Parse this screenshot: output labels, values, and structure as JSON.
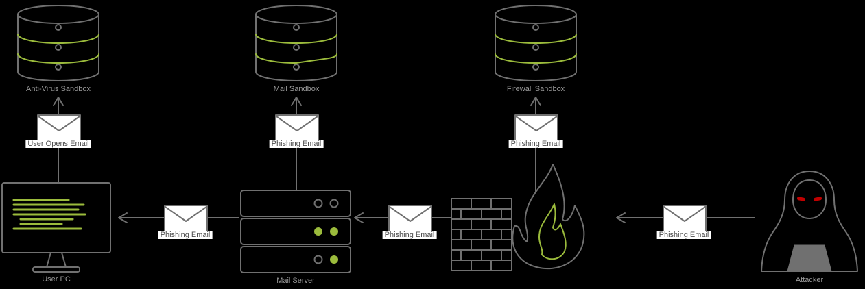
{
  "colors": {
    "bg": "#000000",
    "stroke": "#707070",
    "accent": "#9bbb3c",
    "label_bg": "#ffffff",
    "edge_label_text": "#4d4d4d",
    "node_label_text": "#9a9a9a",
    "eye": "#c00000"
  },
  "sandboxes": [
    {
      "label": "Anti-Virus Sandbox",
      "icon": "database-icon"
    },
    {
      "label": "Mail Sandbox",
      "icon": "database-icon"
    },
    {
      "label": "Firewall Sandbox",
      "icon": "database-icon"
    }
  ],
  "vertical_edges": [
    {
      "label": "User Opens Email",
      "icon": "email-icon",
      "direction": "up"
    },
    {
      "label": "Phishing Email",
      "icon": "email-icon",
      "direction": "up"
    },
    {
      "label": "Phishing Email",
      "icon": "email-icon",
      "direction": "up"
    }
  ],
  "horizontal_edges": [
    {
      "label": "Phishing Email",
      "icon": "email-icon",
      "direction": "left"
    },
    {
      "label": "Phishing Email",
      "icon": "email-icon",
      "direction": "left"
    },
    {
      "label": "Phishing Email",
      "icon": "email-icon",
      "direction": "left"
    }
  ],
  "nodes": {
    "user_pc": {
      "label": "User PC",
      "icon": "monitor-icon"
    },
    "mail_server": {
      "label": "Mail Server",
      "icon": "server-icon"
    },
    "firewall": {
      "label": "",
      "icon": "firewall-flame-icon"
    },
    "attacker": {
      "label": "Attacker",
      "icon": "attacker-icon"
    }
  }
}
